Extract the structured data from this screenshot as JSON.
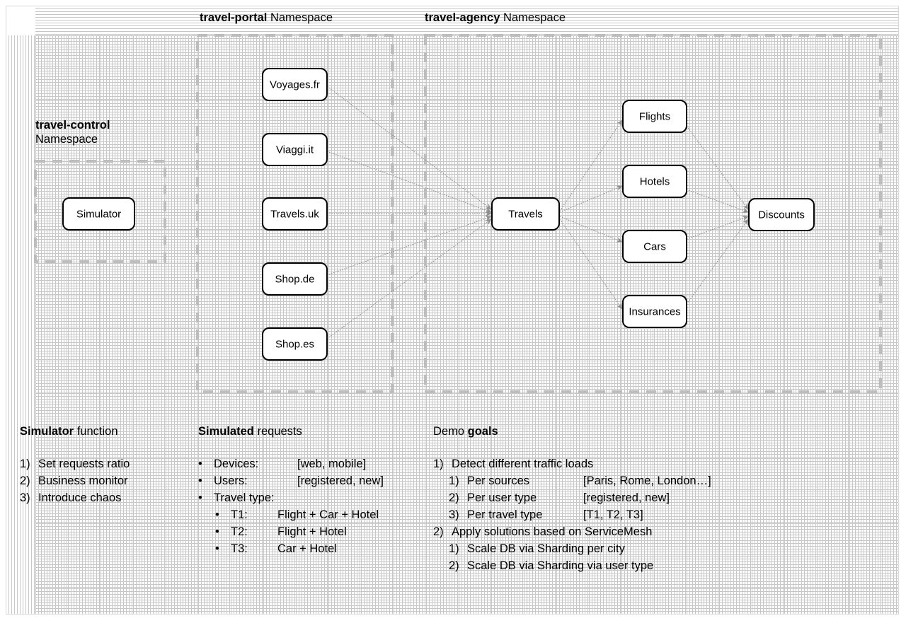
{
  "diagram": {
    "namespaces": [
      {
        "id": "travel-control",
        "name": "travel-control",
        "suffix": "Namespace",
        "label_lines": [
          "travel-control",
          "Namespace"
        ]
      },
      {
        "id": "travel-portal",
        "name": "travel-portal",
        "suffix": "Namespace"
      },
      {
        "id": "travel-agency",
        "name": "travel-agency",
        "suffix": "Namespace"
      }
    ],
    "nodes": [
      {
        "id": "simulator",
        "label": "Simulator",
        "ns": "travel-control"
      },
      {
        "id": "voyages-fr",
        "label": "Voyages.fr",
        "ns": "travel-portal"
      },
      {
        "id": "viaggi-it",
        "label": "Viaggi.it",
        "ns": "travel-portal"
      },
      {
        "id": "travels-uk",
        "label": "Travels.uk",
        "ns": "travel-portal"
      },
      {
        "id": "shop-de",
        "label": "Shop.de",
        "ns": "travel-portal"
      },
      {
        "id": "shop-es",
        "label": "Shop.es",
        "ns": "travel-portal"
      },
      {
        "id": "travels",
        "label": "Travels",
        "ns": "travel-agency"
      },
      {
        "id": "flights",
        "label": "Flights",
        "ns": "travel-agency"
      },
      {
        "id": "hotels",
        "label": "Hotels",
        "ns": "travel-agency"
      },
      {
        "id": "cars",
        "label": "Cars",
        "ns": "travel-agency"
      },
      {
        "id": "insurances",
        "label": "Insurances",
        "ns": "travel-agency"
      },
      {
        "id": "discounts",
        "label": "Discounts",
        "ns": "travel-agency"
      }
    ],
    "edges": [
      {
        "from": "voyages-fr",
        "to": "travels"
      },
      {
        "from": "viaggi-it",
        "to": "travels"
      },
      {
        "from": "travels-uk",
        "to": "travels"
      },
      {
        "from": "shop-de",
        "to": "travels"
      },
      {
        "from": "shop-es",
        "to": "travels"
      },
      {
        "from": "travels",
        "to": "flights"
      },
      {
        "from": "travels",
        "to": "hotels"
      },
      {
        "from": "travels",
        "to": "cars"
      },
      {
        "from": "travels",
        "to": "insurances"
      },
      {
        "from": "flights",
        "to": "discounts"
      },
      {
        "from": "hotels",
        "to": "discounts"
      },
      {
        "from": "cars",
        "to": "discounts"
      },
      {
        "from": "insurances",
        "to": "discounts"
      }
    ],
    "colors": {
      "node_stroke": "#000000",
      "node_fill": "#ffffff",
      "edge": "#8f8f8f",
      "namespace_border": "#bdbdbd",
      "grid": "#9a9a9a"
    }
  },
  "legend": {
    "simulator": {
      "title_bold": "Simulator",
      "title_rest": "function",
      "items": [
        {
          "marker": "1)",
          "text": "Set requests ratio"
        },
        {
          "marker": "2)",
          "text": "Business monitor"
        },
        {
          "marker": "3)",
          "text": "Introduce chaos"
        }
      ]
    },
    "requests": {
      "title_bold": "Simulated",
      "title_rest": "requests",
      "items": [
        {
          "marker": "•",
          "label": "Devices:",
          "value": "[web, mobile]"
        },
        {
          "marker": "•",
          "label": "Users:",
          "value": "[registered, new]"
        },
        {
          "marker": "•",
          "label": "Travel type:",
          "value": ""
        }
      ],
      "travel_types": [
        {
          "marker": "•",
          "label": "T1:",
          "value": "Flight + Car + Hotel"
        },
        {
          "marker": "•",
          "label": "T2:",
          "value": "Flight + Hotel"
        },
        {
          "marker": "•",
          "label": "T3:",
          "value": "Car + Hotel"
        }
      ]
    },
    "goals": {
      "title_rest": "Demo",
      "title_bold": "goals",
      "items": [
        {
          "marker": "1)",
          "text": "Detect different traffic loads",
          "sub": [
            {
              "marker": "1)",
              "text": "Per sources",
              "value": "[Paris, Rome, London…]"
            },
            {
              "marker": "2)",
              "text": "Per user type",
              "value": "[registered, new]"
            },
            {
              "marker": "3)",
              "text": "Per travel type",
              "value": "[T1, T2, T3]"
            }
          ]
        },
        {
          "marker": "2)",
          "text": "Apply solutions based on ServiceMesh",
          "sub": [
            {
              "marker": "1)",
              "text": "Scale DB via Sharding per city",
              "value": ""
            },
            {
              "marker": "2)",
              "text": "Scale DB via Sharding via user type",
              "value": ""
            }
          ]
        }
      ]
    }
  }
}
